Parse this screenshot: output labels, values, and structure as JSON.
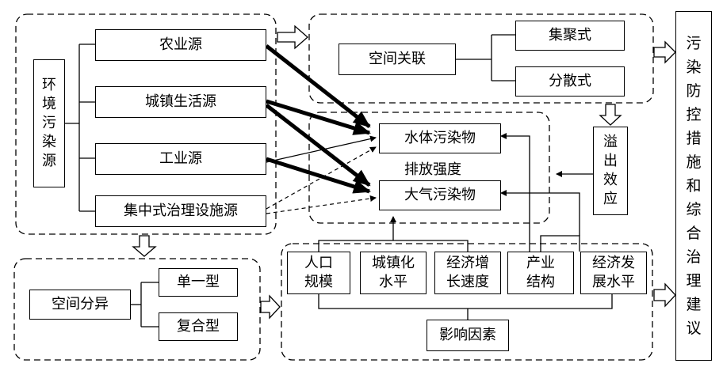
{
  "sources": {
    "title": "环境污染源",
    "items": [
      "农业源",
      "城镇生活源",
      "工业源",
      "集中式治理设施源"
    ]
  },
  "spatial_association": {
    "label": "空间关联",
    "types": [
      "集聚式",
      "分散式"
    ]
  },
  "emission": {
    "water": "水体污染物",
    "intensity": "排放强度",
    "air": "大气污染物"
  },
  "spillover": "溢出效应",
  "measures": "污染防控措施和综合治理建议",
  "spatial_differentiation": {
    "label": "空间分异",
    "types": [
      "单一型",
      "复合型"
    ]
  },
  "factors": {
    "items": [
      "人口规模",
      "城镇化水平",
      "经济增长速度",
      "产业结构",
      "经济发展水平"
    ],
    "label": "影响因素"
  }
}
